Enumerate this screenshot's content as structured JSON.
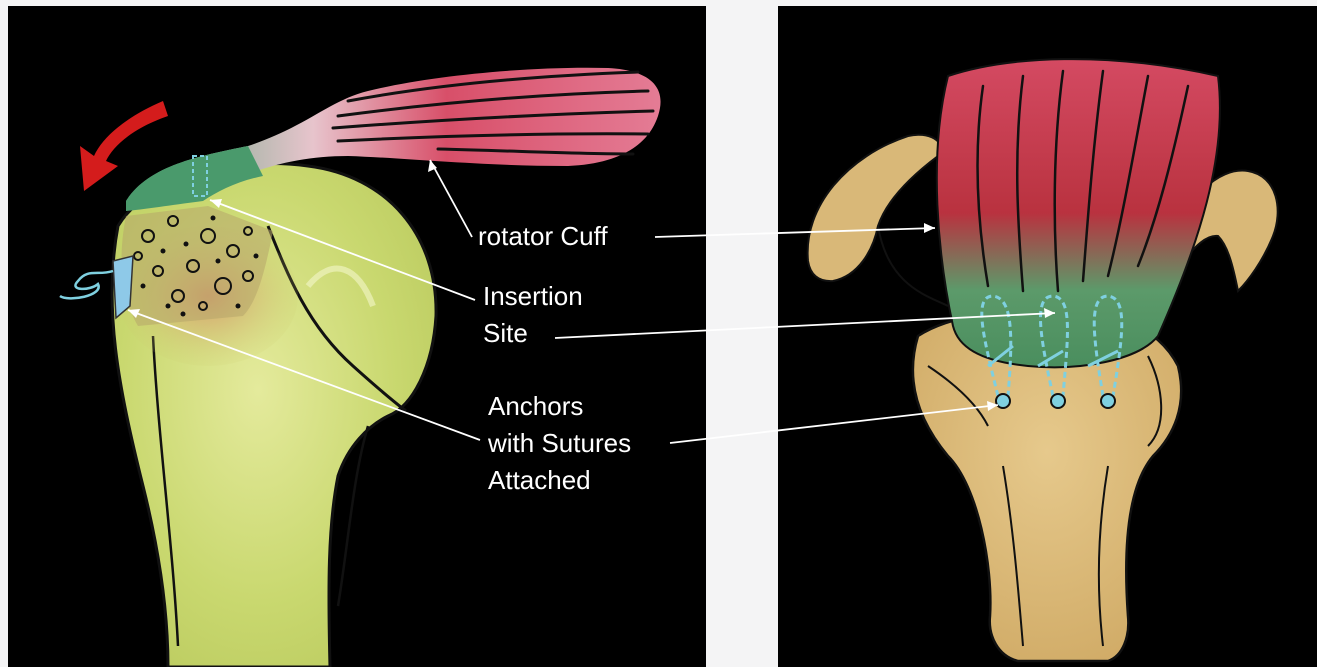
{
  "diagram": {
    "labels": {
      "rotator_cuff": "rotator Cuff",
      "insertion_site": [
        "Insertion",
        "Site"
      ],
      "anchors": [
        "Anchors",
        "with Sutures",
        "Attached"
      ]
    },
    "colors": {
      "background": "#000000",
      "page": "#f4f4f5",
      "bone": "#d2dc7e",
      "bone_right": "#d9b878",
      "muscle": "#c93a52",
      "tendon": "#4e9a6f",
      "suture": "#7fd0e0",
      "arrow": "#d41c1c",
      "leader_line": "#ffffff"
    }
  }
}
